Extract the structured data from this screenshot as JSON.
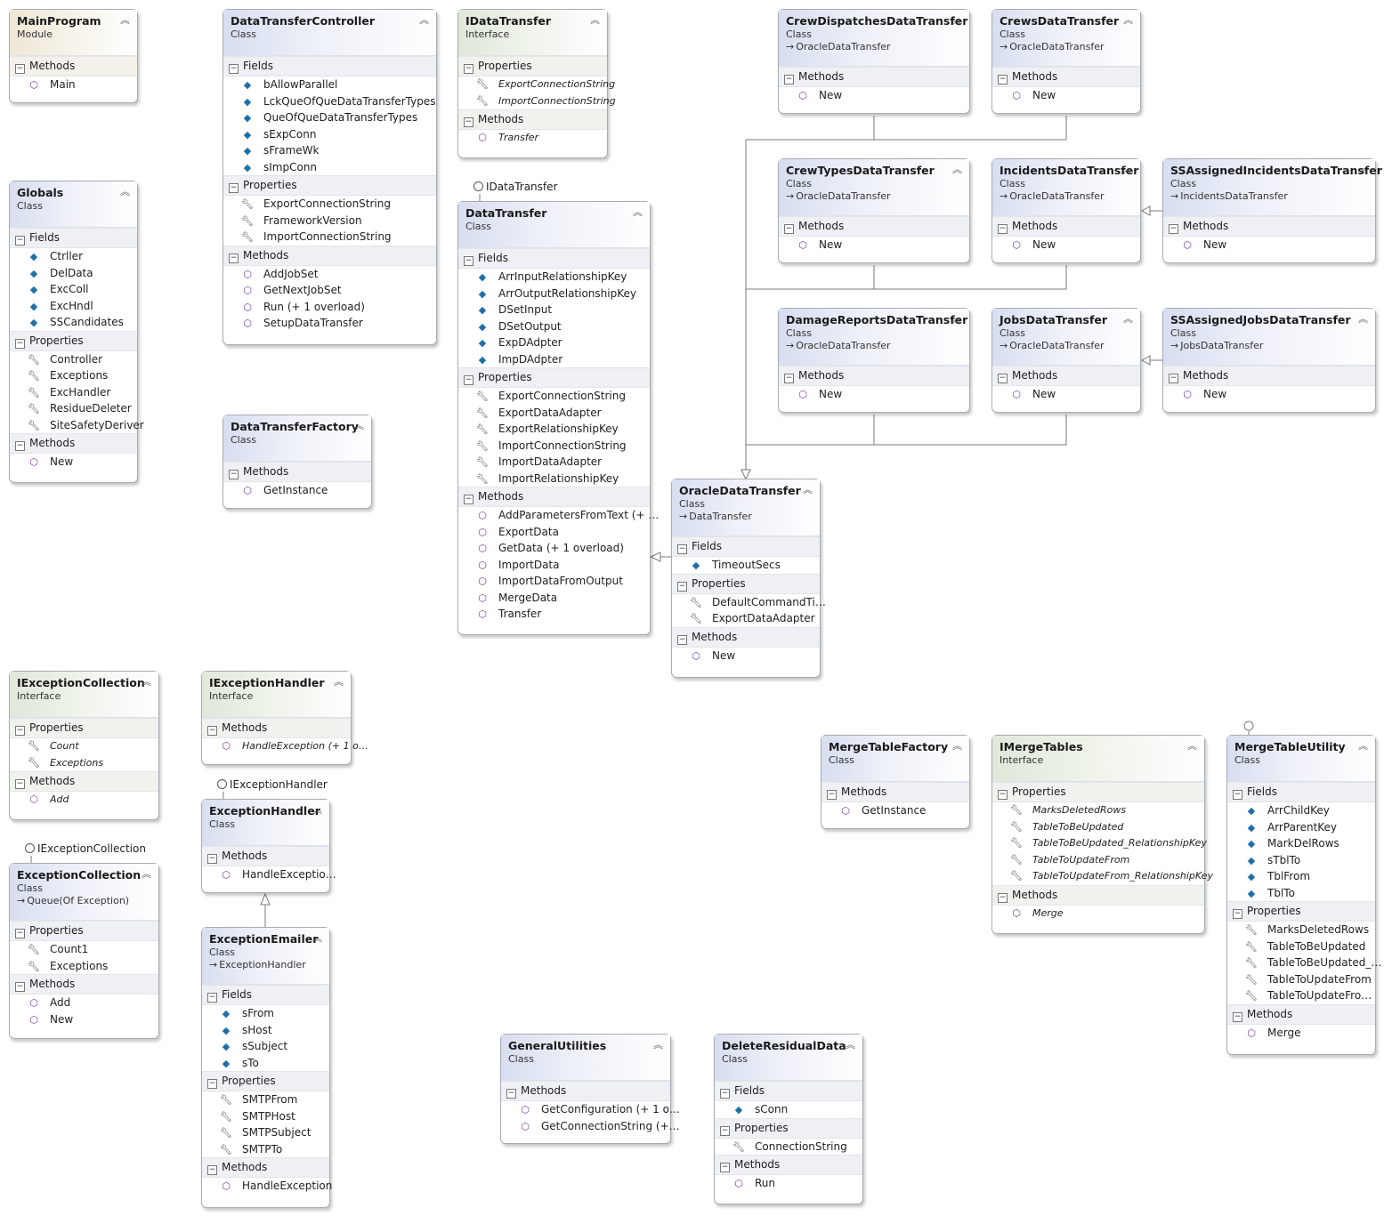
{
  "labels": {
    "class": "Class",
    "interface": "Interface",
    "module": "Module",
    "fields": "Fields",
    "properties": "Properties",
    "methods": "Methods"
  },
  "lollipops": {
    "idatatransfer": "IDataTransfer",
    "iexceptionhandler": "IExceptionHandler",
    "iexceptioncollection": "IExceptionCollection"
  },
  "boxes": {
    "mainprogram": {
      "name": "MainProgram",
      "methods": [
        "Main"
      ]
    },
    "globals": {
      "name": "Globals",
      "fields": [
        "Ctrller",
        "DelData",
        "ExcColl",
        "ExcHndl",
        "SSCandidates"
      ],
      "properties": [
        "Controller",
        "Exceptions",
        "ExcHandler",
        "ResidueDeleter",
        "SiteSafetyDeriver"
      ],
      "methods": [
        "New"
      ]
    },
    "datatransfercontroller": {
      "name": "DataTransferController",
      "fields": [
        "bAllowParallel",
        "LckQueOfQueDataTransferTypes",
        "QueOfQueDataTransferTypes",
        "sExpConn",
        "sFrameWk",
        "sImpConn"
      ],
      "properties": [
        "ExportConnectionString",
        "FrameworkVersion",
        "ImportConnectionString"
      ],
      "methods": [
        "AddJobSet",
        "GetNextJobSet",
        "Run (+ 1 overload)",
        "SetupDataTransfer"
      ]
    },
    "datatransferfactory": {
      "name": "DataTransferFactory",
      "methods": [
        "GetInstance"
      ]
    },
    "idatatransfer": {
      "name": "IDataTransfer",
      "properties": [
        "ExportConnectionString",
        "ImportConnectionString"
      ],
      "methods": [
        "Transfer"
      ]
    },
    "datatransfer": {
      "name": "DataTransfer",
      "fields": [
        "ArrInputRelationshipKey",
        "ArrOutputRelationshipKey",
        "DSetInput",
        "DSetOutput",
        "ExpDAdpter",
        "ImpDAdpter"
      ],
      "properties": [
        "ExportConnectionString",
        "ExportDataAdapter",
        "ExportRelationshipKey",
        "ImportConnectionString",
        "ImportDataAdapter",
        "ImportRelationshipKey"
      ],
      "methods": [
        "AddParametersFromText (+ …",
        "ExportData",
        "GetData (+ 1 overload)",
        "ImportData",
        "ImportDataFromOutput",
        "MergeData",
        "Transfer"
      ]
    },
    "crewdispatches": {
      "name": "CrewDispatchesDataTransfer",
      "base": "OracleDataTransfer",
      "methods": [
        "New"
      ]
    },
    "crews": {
      "name": "CrewsDataTransfer",
      "base": "OracleDataTransfer",
      "methods": [
        "New"
      ]
    },
    "crewtypes": {
      "name": "CrewTypesDataTransfer",
      "base": "OracleDataTransfer",
      "methods": [
        "New"
      ]
    },
    "incidents": {
      "name": "IncidentsDataTransfer",
      "base": "OracleDataTransfer",
      "methods": [
        "New"
      ]
    },
    "ssassignedincidents": {
      "name": "SSAssignedIncidentsDataTransfer",
      "base": "IncidentsDataTransfer",
      "methods": [
        "New"
      ]
    },
    "damagereports": {
      "name": "DamageReportsDataTransfer",
      "base": "OracleDataTransfer",
      "methods": [
        "New"
      ]
    },
    "jobs": {
      "name": "JobsDataTransfer",
      "base": "OracleDataTransfer",
      "methods": [
        "New"
      ]
    },
    "ssassignedjobs": {
      "name": "SSAssignedJobsDataTransfer",
      "base": "JobsDataTransfer",
      "methods": [
        "New"
      ]
    },
    "oracledatatransfer": {
      "name": "OracleDataTransfer",
      "base": "DataTransfer",
      "fields": [
        "TimeoutSecs"
      ],
      "properties": [
        "DefaultCommandTi…",
        "ExportDataAdapter"
      ],
      "methods": [
        "New"
      ]
    },
    "iexceptioncollection": {
      "name": "IExceptionCollection",
      "properties": [
        "Count",
        "Exceptions"
      ],
      "methods": [
        "Add"
      ]
    },
    "iexceptionhandler": {
      "name": "IExceptionHandler",
      "methods": [
        "HandleException (+ 1 o…"
      ]
    },
    "exceptionhandler": {
      "name": "ExceptionHandler",
      "methods": [
        "HandleExceptio…"
      ]
    },
    "exceptioncollection": {
      "name": "ExceptionCollection",
      "base": "Queue(Of Exception)",
      "properties": [
        "Count1",
        "Exceptions"
      ],
      "methods": [
        "Add",
        "New"
      ]
    },
    "exceptionemailer": {
      "name": "ExceptionEmailer",
      "base": "ExceptionHandler",
      "fields": [
        "sFrom",
        "sHost",
        "sSubject",
        "sTo"
      ],
      "properties": [
        "SMTPFrom",
        "SMTPHost",
        "SMTPSubject",
        "SMTPTo"
      ],
      "methods": [
        "HandleException"
      ]
    },
    "mergetablefactory": {
      "name": "MergeTableFactory",
      "methods": [
        "GetInstance"
      ]
    },
    "imergetables": {
      "name": "IMergeTables",
      "properties": [
        "MarksDeletedRows",
        "TableToBeUpdated",
        "TableToBeUpdated_RelationshipKey",
        "TableToUpdateFrom",
        "TableToUpdateFrom_RelationshipKey"
      ],
      "methods": [
        "Merge"
      ]
    },
    "mergetableutility": {
      "name": "MergeTableUtility",
      "fields": [
        "ArrChildKey",
        "ArrParentKey",
        "MarkDelRows",
        "sTblTo",
        "TblFrom",
        "TblTo"
      ],
      "properties": [
        "MarksDeletedRows",
        "TableToBeUpdated",
        "TableToBeUpdated_…",
        "TableToUpdateFrom",
        "TableToUpdateFro…"
      ],
      "methods": [
        "Merge"
      ]
    },
    "generalutilities": {
      "name": "GeneralUtilities",
      "methods": [
        "GetConfiguration (+ 1 o…",
        "GetConnectionString (+…"
      ]
    },
    "deleteresidualdata": {
      "name": "DeleteResidualData",
      "fields": [
        "sConn"
      ],
      "properties": [
        "ConnectionString"
      ],
      "methods": [
        "Run"
      ]
    }
  }
}
